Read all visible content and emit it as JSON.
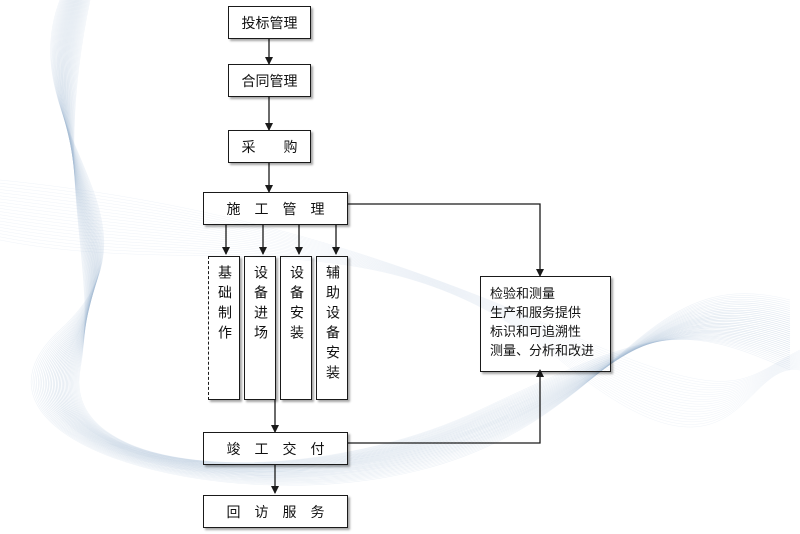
{
  "flow": {
    "bid": "投标管理",
    "contract": "合同管理",
    "purchase": "采　　购",
    "construction": "施　工　管　理",
    "basic": "基础制作",
    "equip_in": "设备进场",
    "equip_install": "设备安装",
    "aux_install": "辅助设备安装",
    "complete": "竣　工　交　付",
    "service": "回　访　服　务",
    "inspect_lines": [
      "检验和测量",
      "生产和服务提供",
      "标识和可追溯性",
      "测量、分析和改进"
    ]
  },
  "colors": {
    "line": "#1a1a1a",
    "bg_waves": "#a9bfd6"
  }
}
